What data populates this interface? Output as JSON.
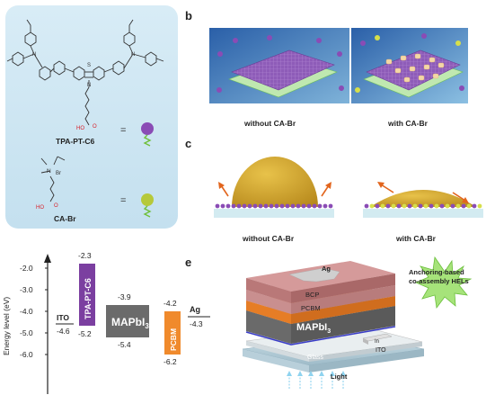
{
  "panel_letters": {
    "b": "b",
    "c": "c",
    "e": "e"
  },
  "molecules": {
    "tpa": {
      "label": "TPA-PT-C6",
      "ho": "HO",
      "o": "O",
      "n": "N",
      "s": "S"
    },
    "ca": {
      "label": "CA-Br",
      "ho": "HO",
      "o": "O",
      "n": "N",
      "br": "Br"
    },
    "equals": "="
  },
  "panel_b": {
    "left_caption": "without CA-Br",
    "right_caption": "with CA-Br"
  },
  "panel_c": {
    "left_caption": "without CA-Br",
    "right_caption": "with CA-Br"
  },
  "energy": {
    "ylabel": "Energy level (eV)",
    "ticks": [
      "-2.0",
      "-3.0",
      "-4.0",
      "-5.0",
      "-6.0"
    ],
    "ito": {
      "name": "ITO",
      "value": "-4.6"
    },
    "tpa": {
      "name": "TPA-PT-C6",
      "top": "-2.3",
      "bottom": "-5.2"
    },
    "mapbi": {
      "name": "MAPbI",
      "sub": "3",
      "top": "-3.9",
      "bottom": "-5.4"
    },
    "pcbm": {
      "name": "PCBM",
      "top": "-4.2",
      "bottom": "-6.2"
    },
    "ag": {
      "name": "Ag",
      "value": "-4.3"
    }
  },
  "panel_e": {
    "layers": {
      "ag": "Ag",
      "bcp": "BCP",
      "pcbm": "PCBM",
      "mapbi": "MAPbI",
      "mapbi_sub": "3",
      "ito": "ITO",
      "glass": "Glass",
      "in": "In"
    },
    "light": "Light",
    "burst_line1": "Anchoring-based",
    "burst_line2": "co-assembly HELs"
  },
  "colors": {
    "tpa_purple": "#7b3fa0",
    "ca_green": "#b8c43a",
    "perovskite": "#6b6b6b",
    "pcbm_orange": "#f08a2c",
    "burst_green": "#a6e37a"
  }
}
